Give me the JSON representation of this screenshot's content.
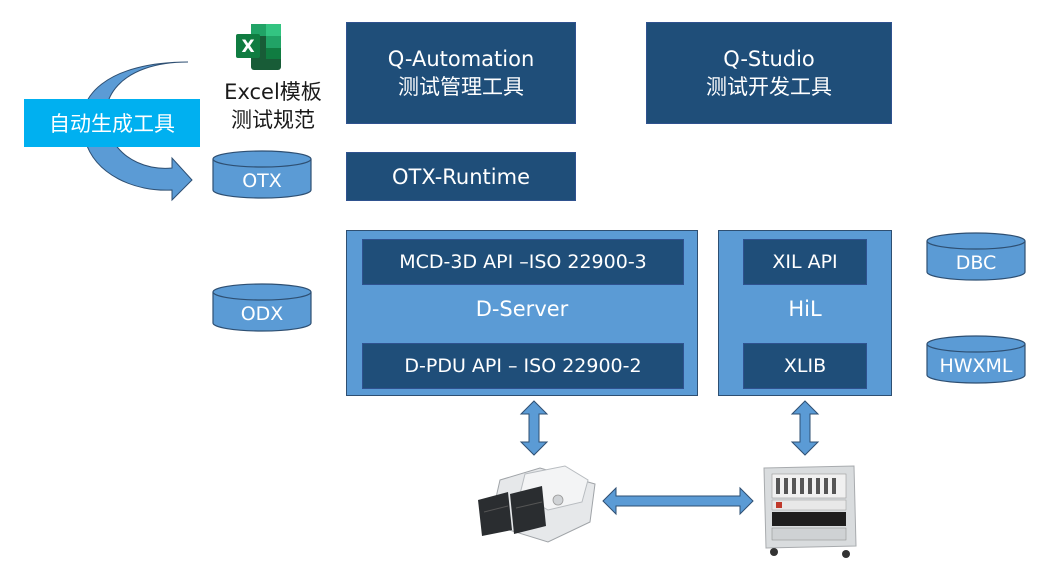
{
  "colors": {
    "dark_box": "#1f4e79",
    "light_box": "#5b9bd5",
    "cyan_tag": "#00b0f0",
    "arrow_fill": "#5b9bd5",
    "excel_green": "#107c41"
  },
  "left": {
    "tag_label": "自动生成工具",
    "excel_icon_letter": "X",
    "excel_caption_line1": "Excel模板",
    "excel_caption_line2": "测试规范",
    "otx_db": "OTX",
    "odx_db": "ODX"
  },
  "tools": {
    "q_automation": {
      "line1": "Q-Automation",
      "line2": "测试管理工具"
    },
    "q_studio": {
      "line1": "Q-Studio",
      "line2": "测试开发工具"
    },
    "otx_runtime": "OTX-Runtime"
  },
  "d_server": {
    "label": "D-Server",
    "top_api": "MCD-3D API –ISO 22900-3",
    "bottom_api": "D-PDU API – ISO 22900-2"
  },
  "hil": {
    "label": "HiL",
    "top_api": "XIL API",
    "bottom_api": "XLIB"
  },
  "right": {
    "dbc_db": "DBC",
    "hwxml_db": "HWXML"
  },
  "hardware": {
    "ecu": "ecu-unit",
    "hil_rack": "hil-cabinet"
  }
}
